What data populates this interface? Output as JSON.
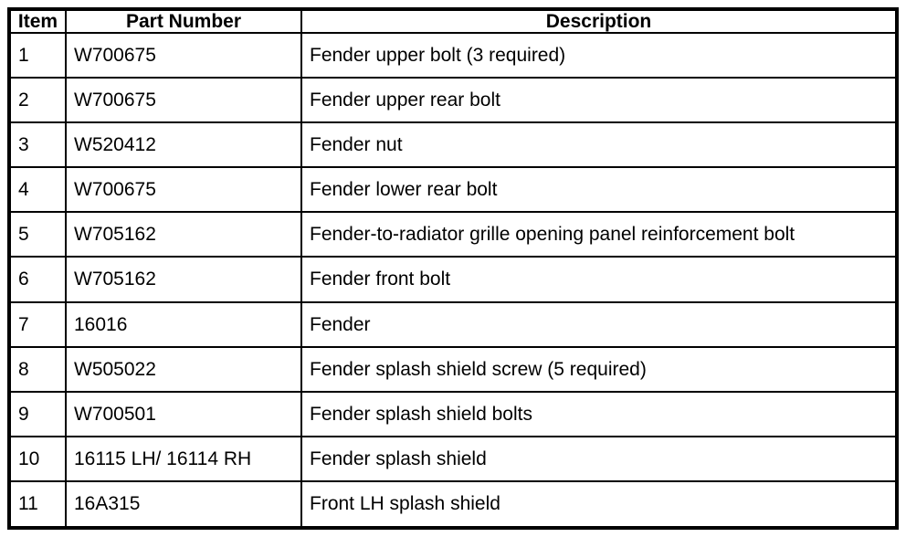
{
  "colors": {
    "background": "#ffffff",
    "border": "#000000",
    "text": "#000000"
  },
  "table": {
    "columns": [
      "Item",
      "Part Number",
      "Description"
    ],
    "rows": [
      {
        "item": "1",
        "part_number": "W700675",
        "description": "Fender upper bolt (3 required)"
      },
      {
        "item": "2",
        "part_number": "W700675",
        "description": "Fender upper rear bolt"
      },
      {
        "item": "3",
        "part_number": "W520412",
        "description": "Fender nut"
      },
      {
        "item": "4",
        "part_number": "W700675",
        "description": "Fender lower rear bolt"
      },
      {
        "item": "5",
        "part_number": "W705162",
        "description": "Fender-to-radiator grille opening panel reinforcement bolt"
      },
      {
        "item": "6",
        "part_number": "W705162",
        "description": "Fender front bolt"
      },
      {
        "item": "7",
        "part_number": "16016",
        "description": "Fender"
      },
      {
        "item": "8",
        "part_number": "W505022",
        "description": "Fender splash shield screw (5 required)"
      },
      {
        "item": "9",
        "part_number": "W700501",
        "description": "Fender splash shield bolts"
      },
      {
        "item": "10",
        "part_number": "16115 LH/ 16114 RH",
        "description": "Fender splash shield"
      },
      {
        "item": "11",
        "part_number": "16A315",
        "description": "Front LH splash shield"
      }
    ]
  }
}
